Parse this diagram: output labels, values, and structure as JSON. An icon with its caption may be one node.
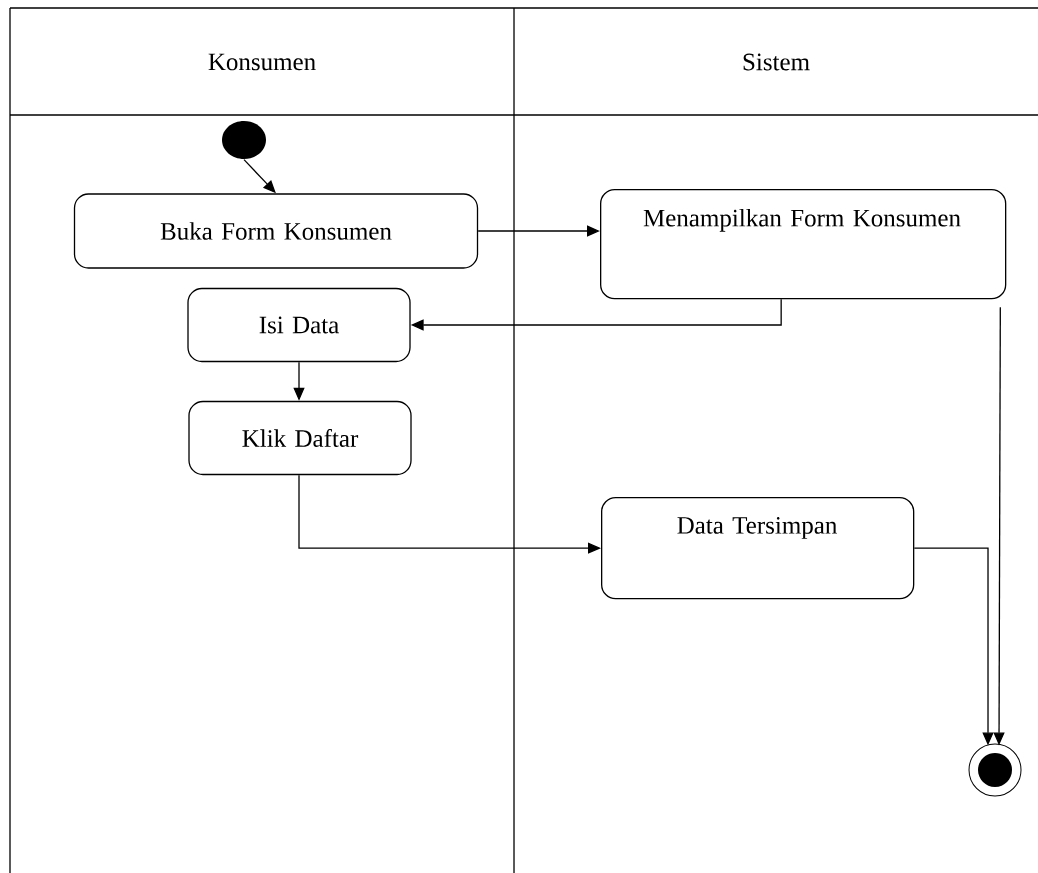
{
  "diagram": {
    "nodes": [
      {
        "text": [],
        "shape": "circle"
      },
      {
        "text": [
          "Buka Form Konsumen"
        ]
      },
      {
        "text": [
          "Menampilkan Form Konsumen"
        ]
      },
      {
        "text": [
          "Isi Data"
        ]
      },
      {
        "text": [
          "Klik Daftar"
        ]
      },
      {
        "text": [
          "Data Tersimpan"
        ]
      },
      {
        "text": [],
        "shape": "bullseye"
      }
    ],
    "edges": [
      {
        "from": 0,
        "to": 1,
        "arrow": "to"
      },
      {
        "from": 1,
        "to": 2,
        "arrow": "to"
      },
      {
        "from": 2,
        "to": 3,
        "arrow": "to"
      },
      {
        "from": 3,
        "to": 4,
        "arrow": "to"
      },
      {
        "from": 4,
        "to": 5,
        "arrow": "to"
      },
      {
        "from": 2,
        "to": 6,
        "arrow": "to"
      },
      {
        "from": 5,
        "to": 6,
        "arrow": "to"
      }
    ],
    "labels": [
      "Konsumen",
      "Sistem"
    ]
  }
}
